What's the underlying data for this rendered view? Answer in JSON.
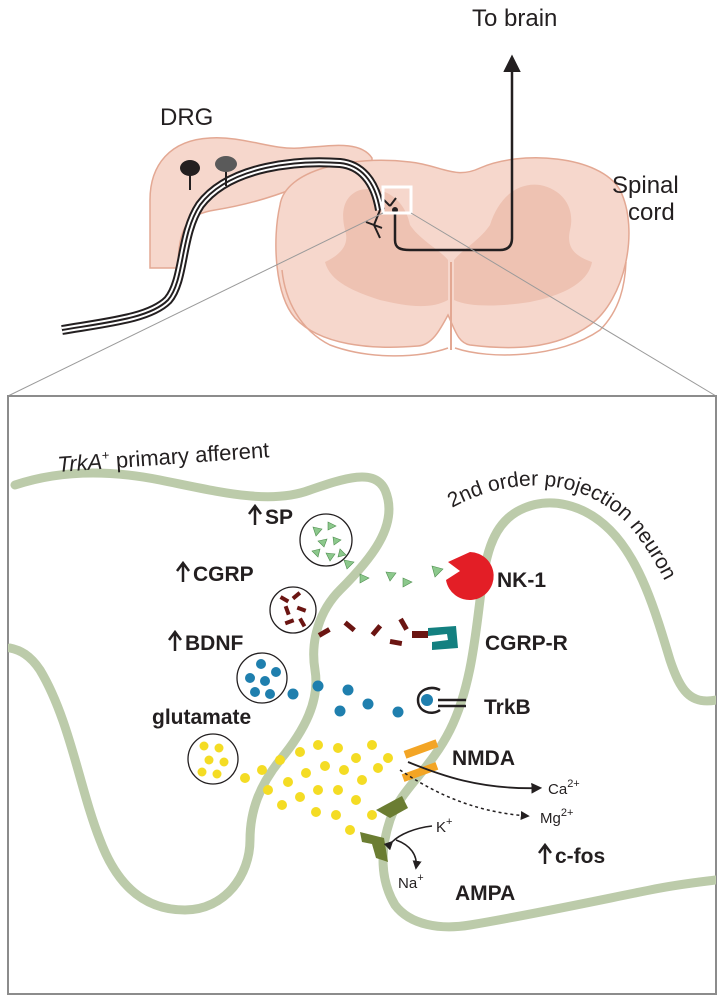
{
  "colors": {
    "spinal_cord_fill": "#f6d7cc",
    "spinal_cord_dark": "#eec2b2",
    "spinal_cord_edge": "#e3a893",
    "membrane": "#bccbaa",
    "border": "#8c8c8c",
    "sp_peptide": "#8cc88c",
    "cgrp_peptide": "#6b1512",
    "bdnf": "#1f7fae",
    "glutamate": "#f4dc24",
    "nk1_receptor": "#e31e26",
    "cgrp_receptor": "#138080",
    "nmda_receptor": "#f3a525",
    "ampa_receptor": "#6b7d32"
  },
  "overview": {
    "drg_label": "DRG",
    "brain_label": "To brain",
    "spinal_cord_label_line1": "Spinal",
    "spinal_cord_label_line2": "cord"
  },
  "synapse": {
    "presynaptic_label_italic": "TrkA",
    "presynaptic_label_sup": "+",
    "presynaptic_label_rest": " primary afferent",
    "postsynaptic_label": "2nd order projection neuron",
    "upregulated": [
      {
        "icon": "up-arrow-icon",
        "label": "SP"
      },
      {
        "icon": "up-arrow-icon",
        "label": "CGRP"
      },
      {
        "icon": "up-arrow-icon",
        "label": "BDNF"
      }
    ],
    "glutamate_label": "glutamate",
    "receptors": {
      "nk1": "NK-1",
      "cgrp_r": "CGRP-R",
      "trkb": "TrkB",
      "nmda": "NMDA",
      "ampa": "AMPA"
    },
    "ions": {
      "ca": "Ca",
      "ca_charge": "2+",
      "mg": "Mg",
      "mg_charge": "2+",
      "k": "K",
      "k_charge": "+",
      "na": "Na",
      "na_charge": "+"
    },
    "cfos_label": "c-fos"
  }
}
